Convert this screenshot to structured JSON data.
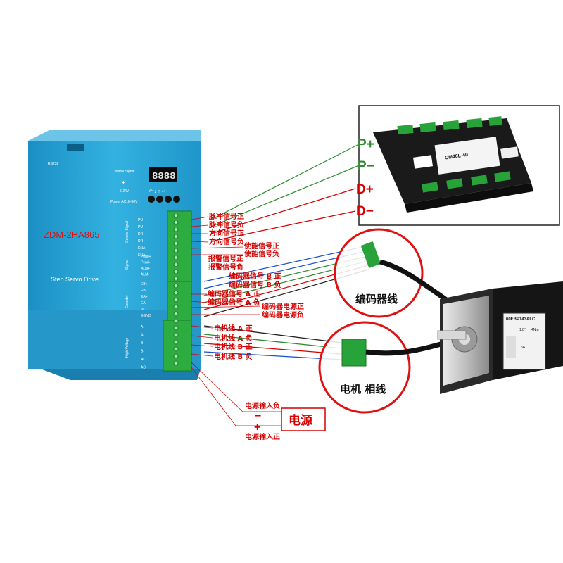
{
  "driver": {
    "model": "ZDM-2HA865",
    "name": "Step Servo Drive",
    "rs232": "RS232",
    "control_signal": "Control Signal",
    "voltage": "5-24V",
    "power": "Power AC18-80V",
    "display": "8888",
    "section_control": "Control Signal",
    "section_signal": "Signal",
    "section_encoder": "Encoder",
    "section_hv": "High Voltage",
    "pins_control": [
      "PU+",
      "PU-",
      "DR+",
      "DR-",
      "ENA+",
      "ENA-"
    ],
    "pins_signal": [
      "Pend+",
      "Pend-",
      "ALM+",
      "ALM-"
    ],
    "pins_encoder": [
      "EB+",
      "EB-",
      "EA+",
      "EA-",
      "VCC",
      "EGND"
    ],
    "pins_power": [
      "A+",
      "A-",
      "B+",
      "B-",
      "AC",
      "AC"
    ]
  },
  "labels": {
    "pulse_pos": "脉冲信号正",
    "pulse_neg": "脉冲信号负",
    "dir_pos": "方向信号正",
    "dir_neg": "方向信号负",
    "ena_pos": "使能信号正",
    "ena_neg": "使能信号负",
    "alarm_pos": "报警信号正",
    "alarm_neg": "报警信号负",
    "enc_b_pos": "编码器信号 B 正",
    "enc_b_neg": "编码器信号 B 负",
    "enc_a_pos": "编码器信号 A 正",
    "enc_a_neg": "编码器信号 A 负",
    "enc_vcc": "编码器电源正",
    "enc_gnd": "编码器电源负",
    "motor_a_pos": "电机线 A 正",
    "motor_a_neg": "电机线 A 负",
    "motor_b_pos": "电机线 B 正",
    "motor_b_neg": "电机线 B 负",
    "power_in_neg": "电源输入负",
    "power_in_pos": "电源输入正",
    "minus": "−",
    "plus": "+",
    "power_box": "电源"
  },
  "controller": {
    "p_plus": "P+",
    "p_minus": "P−",
    "d_plus": "D+",
    "d_minus": "D−",
    "model": "CM40L-40"
  },
  "callouts": {
    "encoder_wire": "编码器线",
    "motor_phase": "电机 相线"
  },
  "motor": {
    "model": "60EBP143ALC",
    "step": "1.8°",
    "torque": "4Nm",
    "current": "5A"
  },
  "colors": {
    "label_red": "#d40000",
    "drive_blue": "#2aa6d6",
    "terminal_green": "#27a33a",
    "wire_green": "#2e8b2e",
    "wire_red": "#d40000"
  }
}
